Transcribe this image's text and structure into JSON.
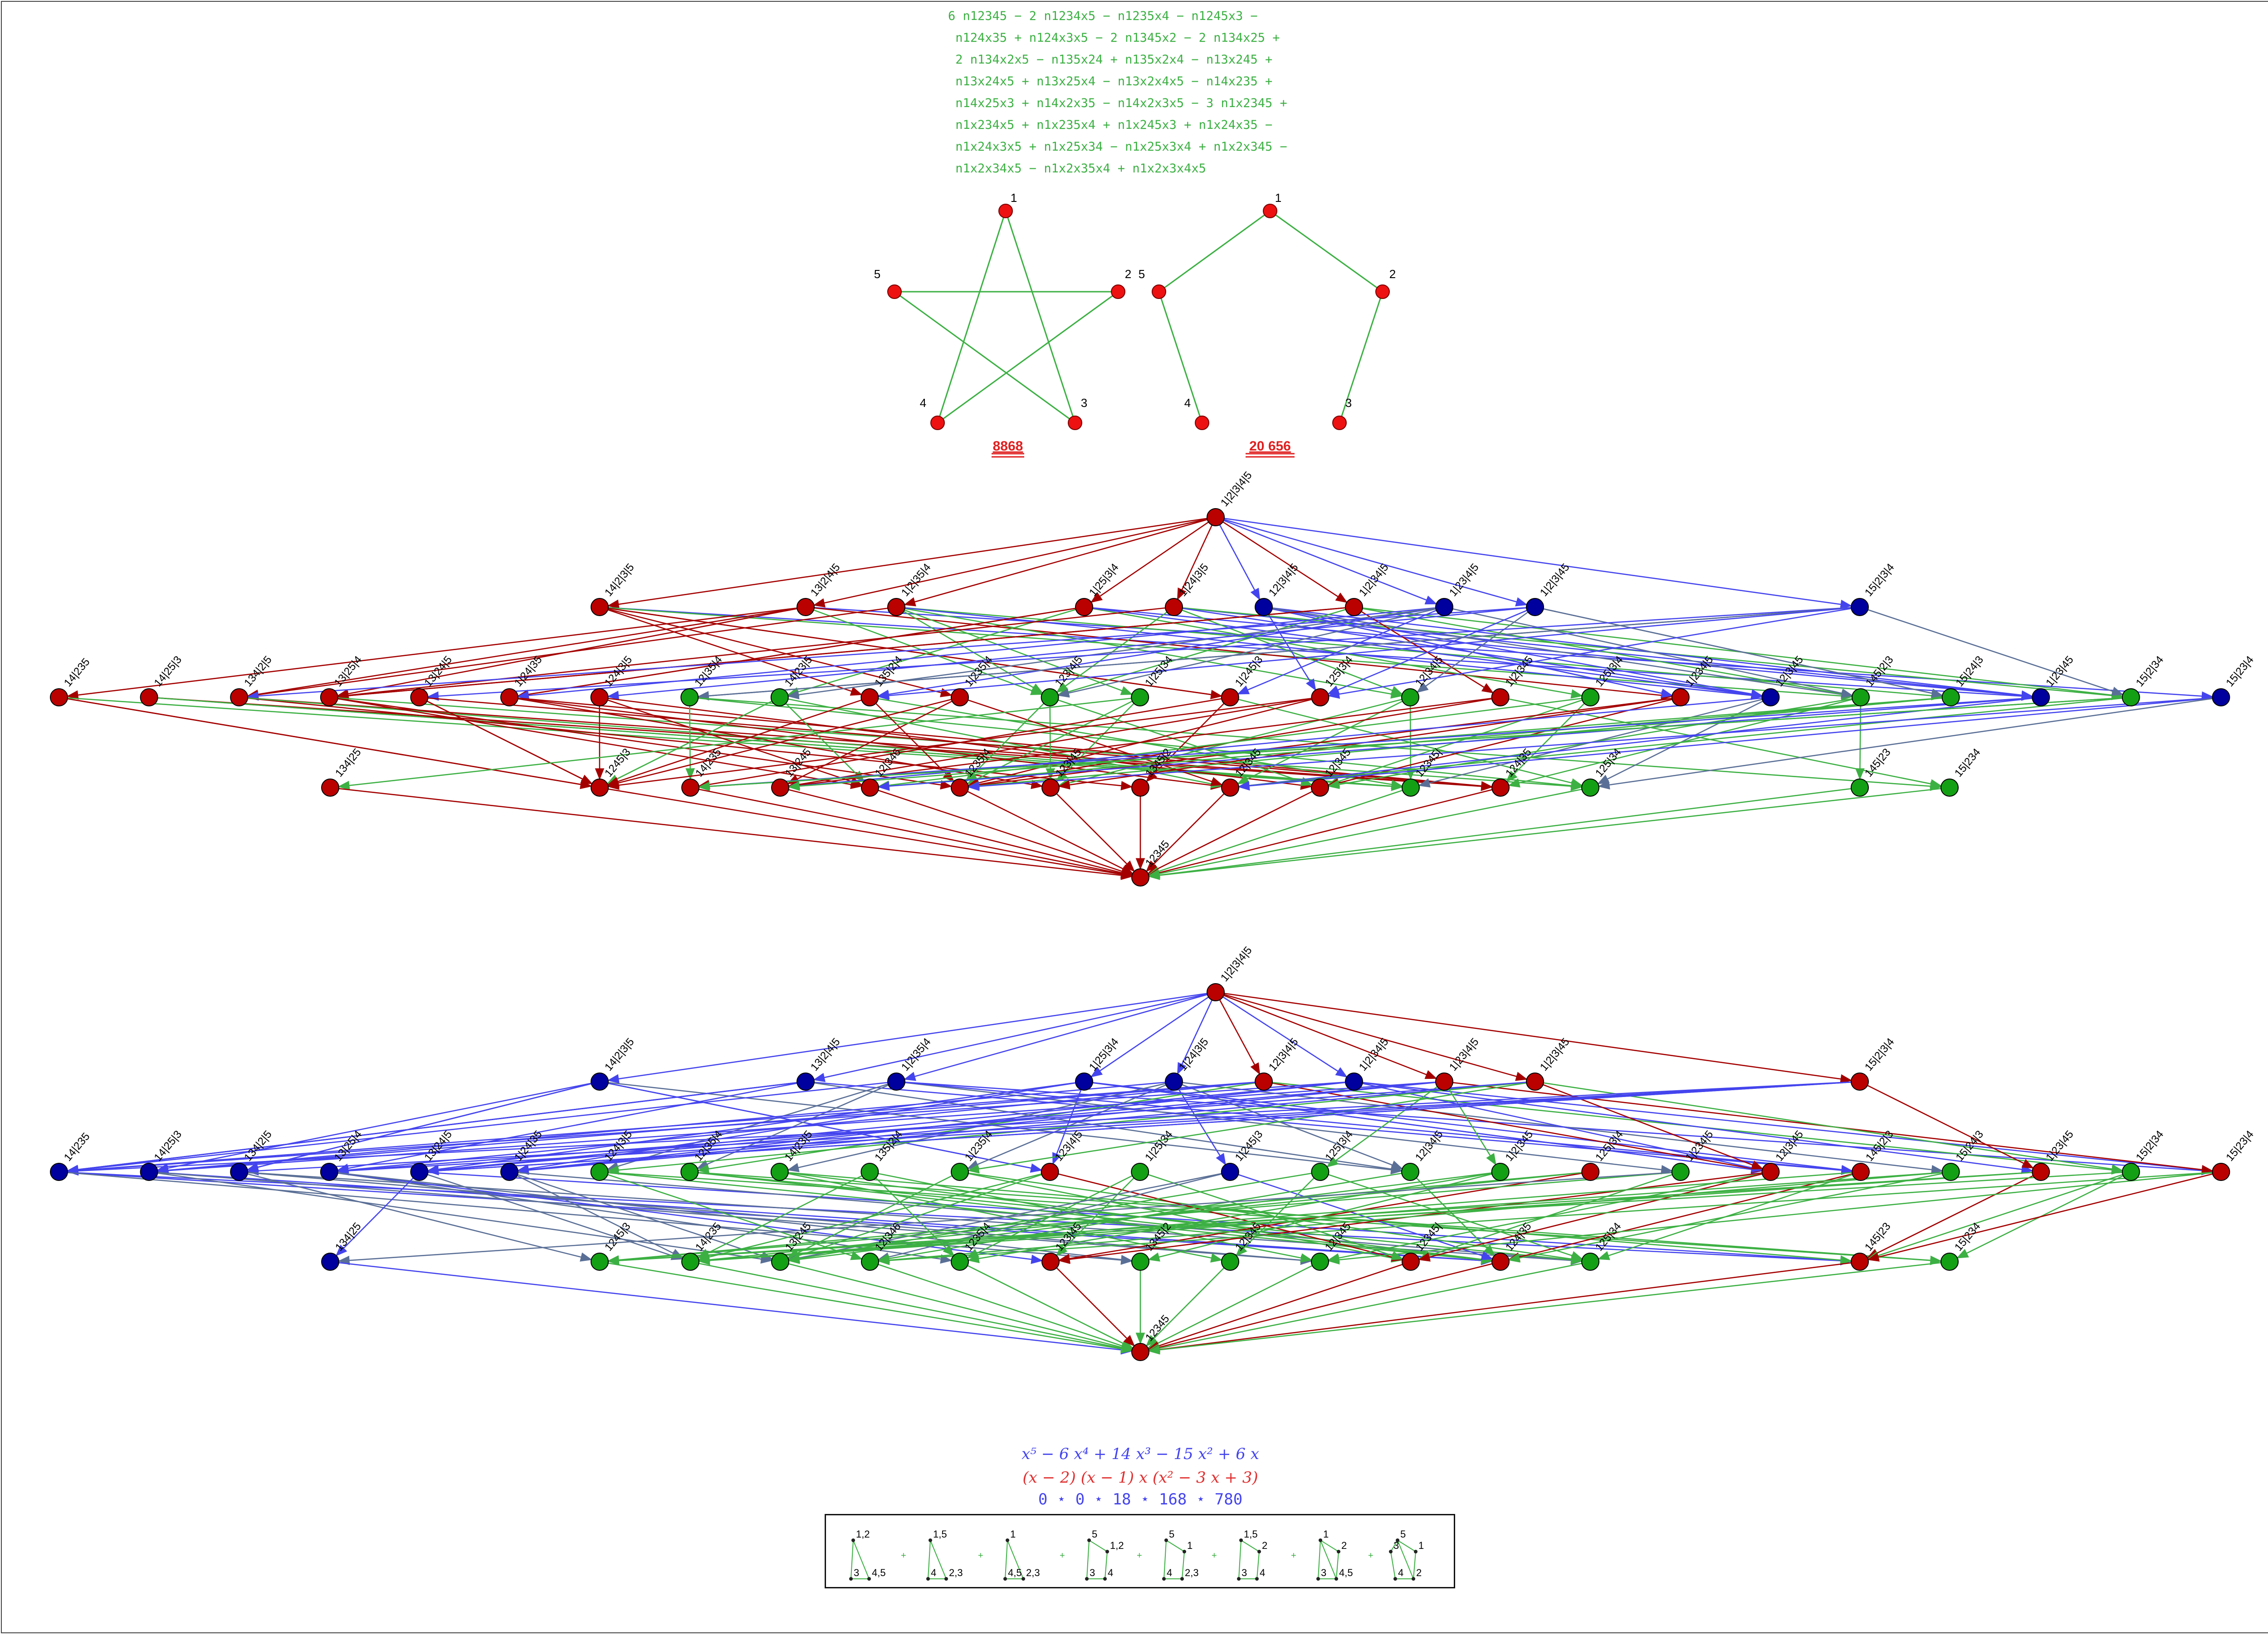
{
  "polynomial_lines": [
    "6 n12345 − 2 n1234x5 − n1235x4 − n1245x3 −",
    " n124x35 + n124x3x5 − 2 n1345x2 − 2 n134x25 +",
    " 2 n134x2x5 − n135x24 + n135x2x4 − n13x245 +",
    " n13x24x5 + n13x25x4 − n13x2x4x5 − n14x235 +",
    " n14x25x3 + n14x2x35 − n14x2x3x5 − 3 n1x2345 +",
    " n1x234x5 + n1x235x4 + n1x245x3 + n1x24x35 −",
    " n1x24x3x5 + n1x25x34 − n1x25x3x4 + n1x2x345 −",
    " n1x2x34x5 − n1x2x35x4 + n1x2x3x4x5"
  ],
  "graphs": [
    {
      "vertex_labels": [
        "1",
        "2",
        "3",
        "4",
        "5"
      ],
      "edges": [
        [
          1,
          3
        ],
        [
          1,
          4
        ],
        [
          2,
          5
        ],
        [
          2,
          4
        ],
        [
          3,
          5
        ]
      ],
      "count": "8868"
    },
    {
      "vertex_labels": [
        "1",
        "2",
        "3",
        "4",
        "5"
      ],
      "edges": [
        [
          1,
          5
        ],
        [
          1,
          2
        ],
        [
          2,
          3
        ],
        [
          5,
          4
        ]
      ],
      "count": "20 656"
    }
  ],
  "lattice_labels": {
    "top": "1|2|3|4|5",
    "bottom": "12345",
    "level1": [
      "14|2|3|5",
      "13|2|4|5",
      "1|2|35|4",
      "1|25|3|4",
      "1|24|3|5",
      "12|3|4|5",
      "1|2|34|5",
      "1|23|4|5",
      "1|2|3|45",
      "15|2|3|4"
    ],
    "level2": [
      "14|235",
      "14|25|3",
      "134|2|5",
      "13|25|4",
      "13|24|5",
      "1|24|35",
      "124|3|5",
      "12|35|4",
      "14|23|5",
      "135|2|4",
      "1|235|4",
      "123|4|5",
      "1|25|34",
      "1|245|3",
      "125|3|4",
      "12|34|5",
      "1|2|345",
      "125|3|4",
      "1|234|5",
      "12|3|45",
      "145|2|3",
      "15|24|3",
      "1|23|45",
      "15|2|34",
      "15|23|4"
    ],
    "level3": [
      "134|25",
      "1245|3",
      "14|235",
      "13|245",
      "12|346",
      "1235|4",
      "123|45",
      "1345|2",
      "12|345",
      "12|345",
      "12345|",
      "124|35",
      "125|34",
      "145|23",
      "15|234"
    ]
  },
  "lattice_states": [
    {
      "level1": [
        "r",
        "r",
        "r",
        "r",
        "r",
        "b",
        "r",
        "b",
        "b",
        "b"
      ],
      "level2": [
        "r",
        "r",
        "r",
        "r",
        "r",
        "r",
        "r",
        "g",
        "g",
        "r",
        "r",
        "g",
        "g",
        "r",
        "r",
        "g",
        "r",
        "g",
        "r",
        "b",
        "g",
        "g",
        "b",
        "g",
        "b"
      ],
      "level3": [
        "r",
        "r",
        "r",
        "r",
        "r",
        "r",
        "r",
        "r",
        "r",
        "r",
        "g",
        "r",
        "g",
        "g",
        "g"
      ],
      "top": "r",
      "bottom": "r"
    },
    {
      "level1": [
        "b",
        "b",
        "b",
        "b",
        "b",
        "r",
        "b",
        "r",
        "r",
        "r"
      ],
      "level2": [
        "b",
        "b",
        "b",
        "b",
        "b",
        "b",
        "g",
        "g",
        "g",
        "g",
        "g",
        "r",
        "g",
        "b",
        "g",
        "g",
        "g",
        "r",
        "g",
        "r",
        "r",
        "g",
        "r",
        "g",
        "r"
      ],
      "level3": [
        "b",
        "g",
        "g",
        "g",
        "g",
        "g",
        "r",
        "g",
        "g",
        "g",
        "r",
        "r",
        "g",
        "r",
        "g"
      ],
      "top": "r",
      "bottom": "r"
    }
  ],
  "colors": {
    "red": "#b30000",
    "blue": "#00009a",
    "green": "#16a016",
    "red_edge": "#a40000",
    "blue_edge": "#4444ee",
    "green_edge": "#3cb043",
    "slate_edge": "#5a6f96"
  },
  "chromatic_polynomial": "x⁵ − 6 x⁴ + 14 x³ − 15 x² + 6 x",
  "factored_polynomial": "(x − 2)  (x − 1)  x (x² − 3 x + 3)",
  "coefficient_sequence": "0  ⋆  0  ⋆  18  ⋆  168  ⋆  780",
  "legend_graphs": [
    {
      "labels": [
        "1,2",
        "4,5",
        "3"
      ]
    },
    {
      "labels": [
        "1,5",
        "2,3",
        "4"
      ]
    },
    {
      "labels": [
        "1",
        "2,3",
        "4,5"
      ]
    },
    {
      "labels": [
        "5",
        "1,2",
        "4",
        "3"
      ]
    },
    {
      "labels": [
        "5",
        "1",
        "2,3",
        "4"
      ]
    },
    {
      "labels": [
        "1,5",
        "2",
        "4",
        "3"
      ]
    },
    {
      "labels": [
        "1",
        "2",
        "4,5",
        "3"
      ]
    },
    {
      "labels": [
        "5",
        "1",
        "2",
        "4",
        "3"
      ]
    }
  ]
}
